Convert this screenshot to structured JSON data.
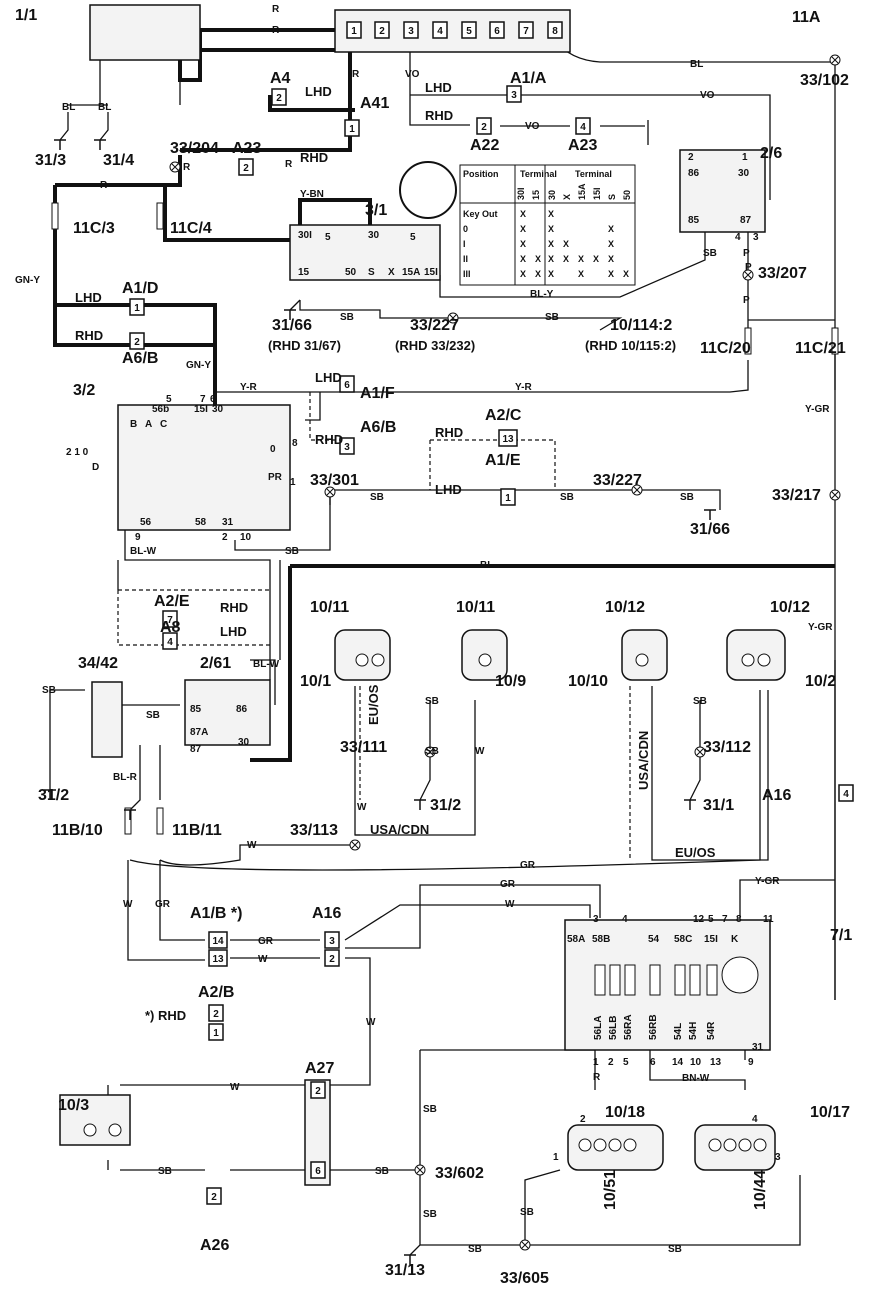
{
  "components": [
    "1/1",
    "11A",
    "33/102",
    "A4",
    "A41",
    "A1/A",
    "A22",
    "A23",
    "A23",
    "33/204",
    "31/3",
    "31/4",
    "2/6",
    "3/1",
    "11C/3",
    "11C/4",
    "33/207",
    "A1/D",
    "A6/B",
    "31/66",
    "(RHD 31/67)",
    "33/227",
    "(RHD 33/232)",
    "10/114:2",
    "(RHD 10/115:2)",
    "11C/20",
    "11C/21",
    "3/2",
    "A1/F",
    "A6/B",
    "A2/C",
    "A1/E",
    "33/301",
    "33/227",
    "33/217",
    "31/66",
    "A2/E",
    "A8",
    "10/11",
    "10/11",
    "10/12",
    "10/12",
    "34/42",
    "2/61",
    "10/1",
    "10/9",
    "10/10",
    "10/2",
    "33/111",
    "33/112",
    "A16",
    "31/2",
    "31/1",
    "31/2",
    "11B/10",
    "11B/11",
    "33/113",
    "A1/B *)",
    "A16",
    "7/1",
    "A2/B",
    "*) RHD",
    "A27",
    "10/3",
    "10/18",
    "10/17",
    "33/602",
    "A26",
    "31/13",
    "33/605"
  ],
  "components_vertical": [
    "10/51",
    "10/44"
  ],
  "wire_labels": [
    "R",
    "R",
    "BL",
    "BL",
    "R",
    "VO",
    "LHD",
    "RHD",
    "R",
    "R",
    "LHD",
    "VO",
    "RHD",
    "VO",
    "BL",
    "R",
    "Y-BN",
    "GN-Y",
    "LHD",
    "RHD",
    "GN-Y",
    "SB",
    "P",
    "P",
    "BL-Y",
    "SB",
    "SB",
    "Y-R",
    "LHD",
    "Y-R",
    "RHD",
    "RHD",
    "LHD",
    "SB",
    "SB",
    "SB",
    "Y-GR",
    "BL-W",
    "SB",
    "BL",
    "RHD",
    "LHD",
    "Y-GR",
    "BL-W",
    "SB",
    "SB",
    "BL-R",
    "SB",
    "SB",
    "W",
    "W",
    "USA/CDN",
    "SB",
    "EU/OS",
    "W",
    "GR",
    "GR",
    "W",
    "Y-GR",
    "W",
    "GR",
    "GR",
    "W",
    "W",
    "W",
    "SB",
    "SB",
    "SB",
    "SB",
    "R",
    "BN-W",
    "SB",
    "SB",
    "SB"
  ],
  "wire_labels_vertical": [
    "EU/OS",
    "USA/CDN"
  ],
  "connector_boxes": [
    "1",
    "2",
    "3",
    "4",
    "5",
    "6",
    "7",
    "8",
    "2",
    "1",
    "3",
    "2",
    "4",
    "2",
    "1",
    "2",
    "6",
    "3",
    "13",
    "1",
    "7",
    "4",
    "4",
    "14",
    "13",
    "3",
    "2",
    "2",
    "1",
    "2",
    "6",
    "2"
  ],
  "ignition_table": {
    "header": [
      "Position",
      "Terminal",
      "Terminal"
    ],
    "terminals_left": [
      "30I",
      "15"
    ],
    "terminals_right": [
      "30",
      "X",
      "15A",
      "15I",
      "S",
      "50"
    ],
    "rows": [
      {
        "position": "Key Out",
        "left": [
          "X",
          ""
        ],
        "right": [
          "X",
          "",
          "",
          "",
          "",
          ""
        ]
      },
      {
        "position": "0",
        "left": [
          "X",
          ""
        ],
        "right": [
          "X",
          "",
          "",
          "",
          "X",
          ""
        ]
      },
      {
        "position": "I",
        "left": [
          "X",
          ""
        ],
        "right": [
          "X",
          "X",
          "",
          "",
          "X",
          ""
        ]
      },
      {
        "position": "II",
        "left": [
          "X",
          "X"
        ],
        "right": [
          "X",
          "X",
          "X",
          "X",
          "X",
          ""
        ]
      },
      {
        "position": "III",
        "left": [
          "X",
          "X"
        ],
        "right": [
          "X",
          "",
          "X",
          "",
          "X",
          "X"
        ]
      }
    ]
  },
  "pin_labels": [
    "30I",
    "5",
    "30",
    "15",
    "50",
    "S",
    "X",
    "15A",
    "15I",
    "5",
    "56b",
    "15I",
    "30",
    "7",
    "6",
    "5",
    "B",
    "A",
    "C",
    "2 1 0",
    "D",
    "0",
    "8",
    "PR",
    "1",
    "56",
    "58",
    "31",
    "9",
    "2",
    "10",
    "58A",
    "58B",
    "54",
    "58C",
    "15I",
    "K",
    "3",
    "4",
    "12",
    "5",
    "7",
    "8",
    "11",
    "56LA",
    "56LB",
    "56RA",
    "56RB",
    "54L",
    "54H",
    "54R",
    "1",
    "2",
    "5",
    "6",
    "14",
    "10",
    "13",
    "9",
    "31",
    "85",
    "86",
    "30",
    "87A",
    "87",
    "4",
    "2",
    "3",
    "1",
    "86",
    "30",
    "85",
    "87",
    "2",
    "1",
    "4",
    "3",
    "P"
  ]
}
